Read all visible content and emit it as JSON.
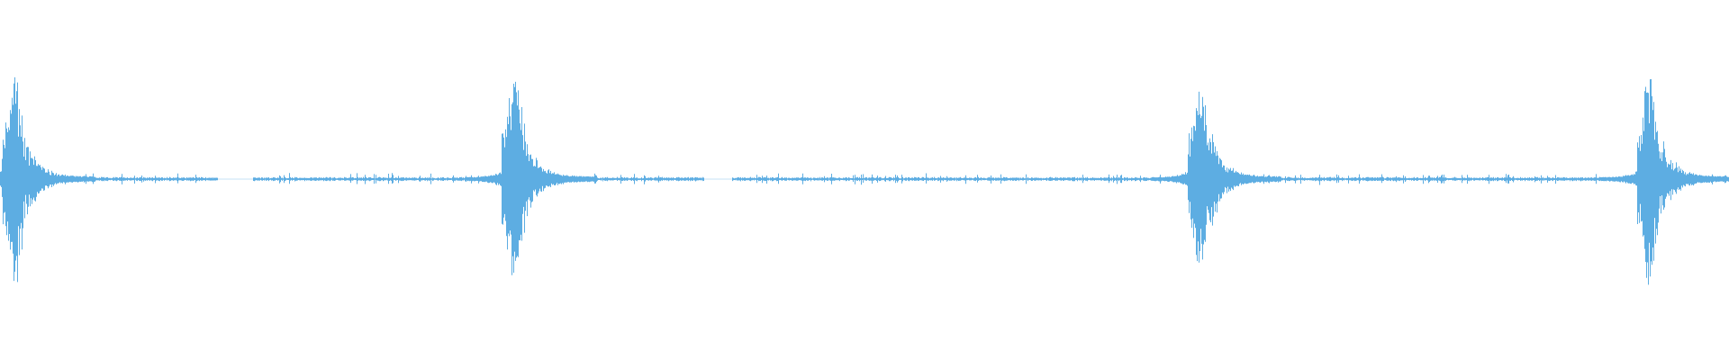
{
  "waveform": {
    "color": "#5DADE2",
    "background": "#ffffff",
    "bursts": [
      {
        "name": "burst-1",
        "t": 0.008
      },
      {
        "name": "burst-2",
        "t": 0.297
      },
      {
        "name": "burst-3",
        "t": 0.694
      },
      {
        "name": "burst-4",
        "t": 0.954
      }
    ],
    "silent_gaps": [
      {
        "name": "gap-1",
        "start": 0.126,
        "end": 0.146
      },
      {
        "name": "gap-2",
        "start": 0.407,
        "end": 0.423
      }
    ]
  }
}
